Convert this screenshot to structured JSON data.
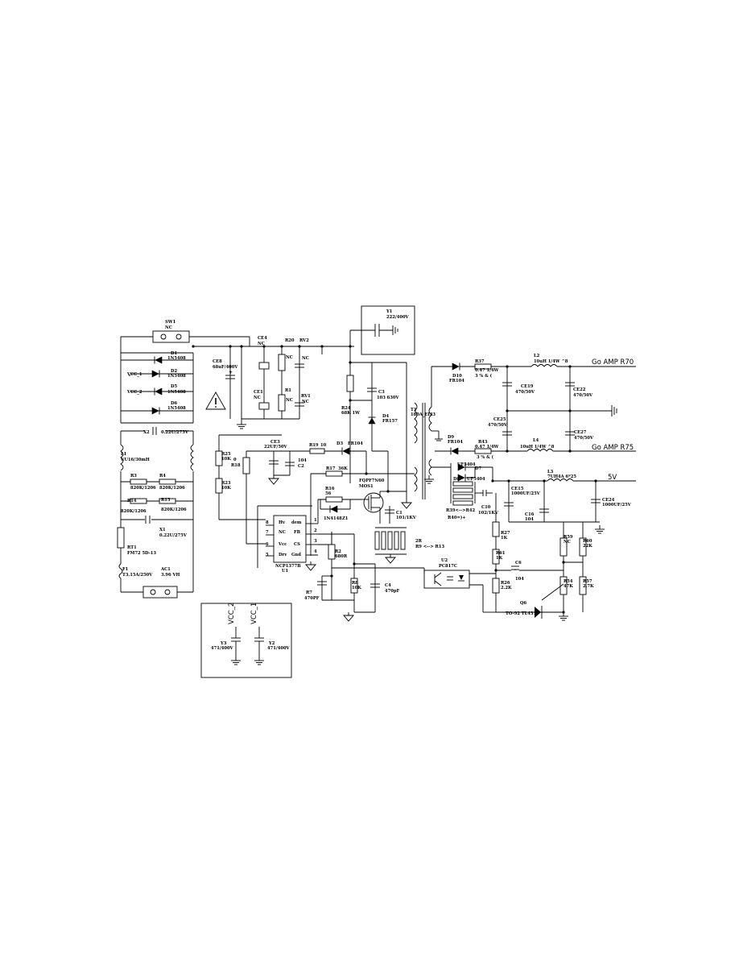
{
  "labels": {
    "sw1": "SW1",
    "sw1_val": "NC",
    "y1": "Y1",
    "y1_val": "222/400V",
    "d1": "D1",
    "d1_val": "1N5408",
    "d2": "D2",
    "d2_val": "1N5408",
    "d5": "D5",
    "d5_val": "1N5408",
    "d6": "D6",
    "d6_val": "1N5408",
    "vcc1_a": "VCC_1",
    "vcc2_a": "VCC_2",
    "ce8": "CE8",
    "ce8_val": "68uF/400V",
    "ce4": "CE4",
    "ce4_val": "NC",
    "ce1": "CE1",
    "ce1_val": "NC",
    "r20": "R20",
    "r20_val": "NC",
    "r1": "R1",
    "r1_val": "NC",
    "rv2": "RV2",
    "rv2_val": "NC",
    "rv1": "RV1",
    "rv1_val": "NC",
    "x2": "X2",
    "x2_val": "0.22U/275V",
    "l1": "L1",
    "l1_val": "UU16/30mH",
    "r3": "R3",
    "r3_val": "820K/1206",
    "r4": "R4",
    "r4_val": "820K/1206",
    "r14": "R14",
    "r14_val": "820K/1206",
    "r15": "R15",
    "r15_val": "820K/1206",
    "x1": "X1",
    "x1_val": "0.22U/275V",
    "rt1": "RT1",
    "rt1_val": "FM72 5D-13",
    "f1": "F1",
    "f1_val": "T3.15A/250V",
    "ac1": "AC1",
    "ac1_val": "3.96 VH",
    "r24": "R24",
    "r24_val": "68K 1W",
    "c3": "C3",
    "c3_val": "103 630V",
    "d4": "D4",
    "d4_val": "FR157",
    "t1": "T1",
    "t1_val": "180A_EI33",
    "r25": "R25",
    "r25_val": "10K",
    "r18": "R18",
    "r18_val": "0",
    "r23": "R23",
    "r23_val": "10K",
    "ce3": "CE3",
    "ce3_val": "22UF/50V",
    "c2": "C2",
    "c2_val": "104",
    "r19": "R19",
    "r19_val": "10",
    "d3": "D3",
    "d3_val": "FR104",
    "r17": "R17",
    "r17_val": "36K",
    "fq": "FQPF7N60",
    "mos1": "MOS1",
    "r16": "R16",
    "r16_val": "56",
    "d_small": "1N4148",
    "z1": "Z1",
    "c1": "C1",
    "c1_val": "101/1KV",
    "u1": "U1",
    "u1_part": "NCP1377B",
    "pin8": "8",
    "pin7": "7",
    "pin6": "6",
    "pin5": "5",
    "pin1": "1",
    "pin2": "2",
    "pin3": "3",
    "pin4": "4",
    "ic_dmg": "dem",
    "ic_hv": "Hv",
    "ic_nc": "NC",
    "ic_fb": "FB",
    "ic_vcc": "Vcc",
    "ic_cs": "CS",
    "ic_drv": "Drv",
    "ic_gnd": "Gnd",
    "r2": "R2",
    "r2_val": "680R",
    "r7": "R7",
    "r7_val": "470PF",
    "r8": "R8",
    "r8_val": "10K",
    "c4": "C4",
    "c4_val": "470pF",
    "r_bank": "2R",
    "r_bank_range": "R9 <--> R13",
    "u2": "U2",
    "u2_val": "PC817C",
    "r37": "R37",
    "r37_val": "0.47 1/4W",
    "r37_note": "3 % & (",
    "d10": "D10",
    "d10_val": "FR104",
    "l2": "L2",
    "l2_val": "10uH 1/4W ^8",
    "out_r70": "Go AMP R70",
    "ce19": "CE19",
    "ce19_val": "470/50V",
    "ce22": "CE22",
    "ce22_val": "470/50V",
    "ce25": "CE25",
    "ce25_val": "470/50V",
    "ce27": "CE27",
    "ce27_val": "470/50V",
    "d9": "D9",
    "d9_val": "FR104",
    "r43": "R43",
    "r43_val": "0.47 1/4W",
    "r43_note": "3 % & (",
    "l4": "L4",
    "l4_val": "10uH 1/4W ^8",
    "out_r75": "Go AMP R75",
    "d7": "D7",
    "d7_val": "UF5404",
    "d8": "D8",
    "d8_val": "UF5404",
    "l3": "L3",
    "l3_val": "7UH4A 6*25",
    "out_5v": "5V",
    "ce15": "CE15",
    "ce15_val": "1000UF/25V",
    "ce24": "CE24",
    "ce24_val": "1000UF/25V",
    "c16": "C16",
    "c16_val": "104",
    "r39_range": "R39<-->R42",
    "r40_note": "R40=)+",
    "c10": "C10",
    "c10_val": "102/1KV",
    "r27": "R27",
    "r27_val": "1K",
    "r61": "R61",
    "r61_val": "1K",
    "r26": "R26",
    "r26_val": "2.2K",
    "c6": "C6",
    "c6_val": "104",
    "r59": "R59",
    "r59_val": "NC",
    "r60": "R60",
    "r60_val": "22K",
    "r54": "R54",
    "r54_val": "47K",
    "r57": "R57",
    "r57_val": "2.7K",
    "q6": "Q6",
    "q6_val": "TO-92 TL431",
    "vcc2_b": "VCC_2",
    "vcc1_b": "VCC_1",
    "y3": "Y3",
    "y3_val": "471/400V",
    "y2": "Y2",
    "y2_val": "471/400V"
  }
}
